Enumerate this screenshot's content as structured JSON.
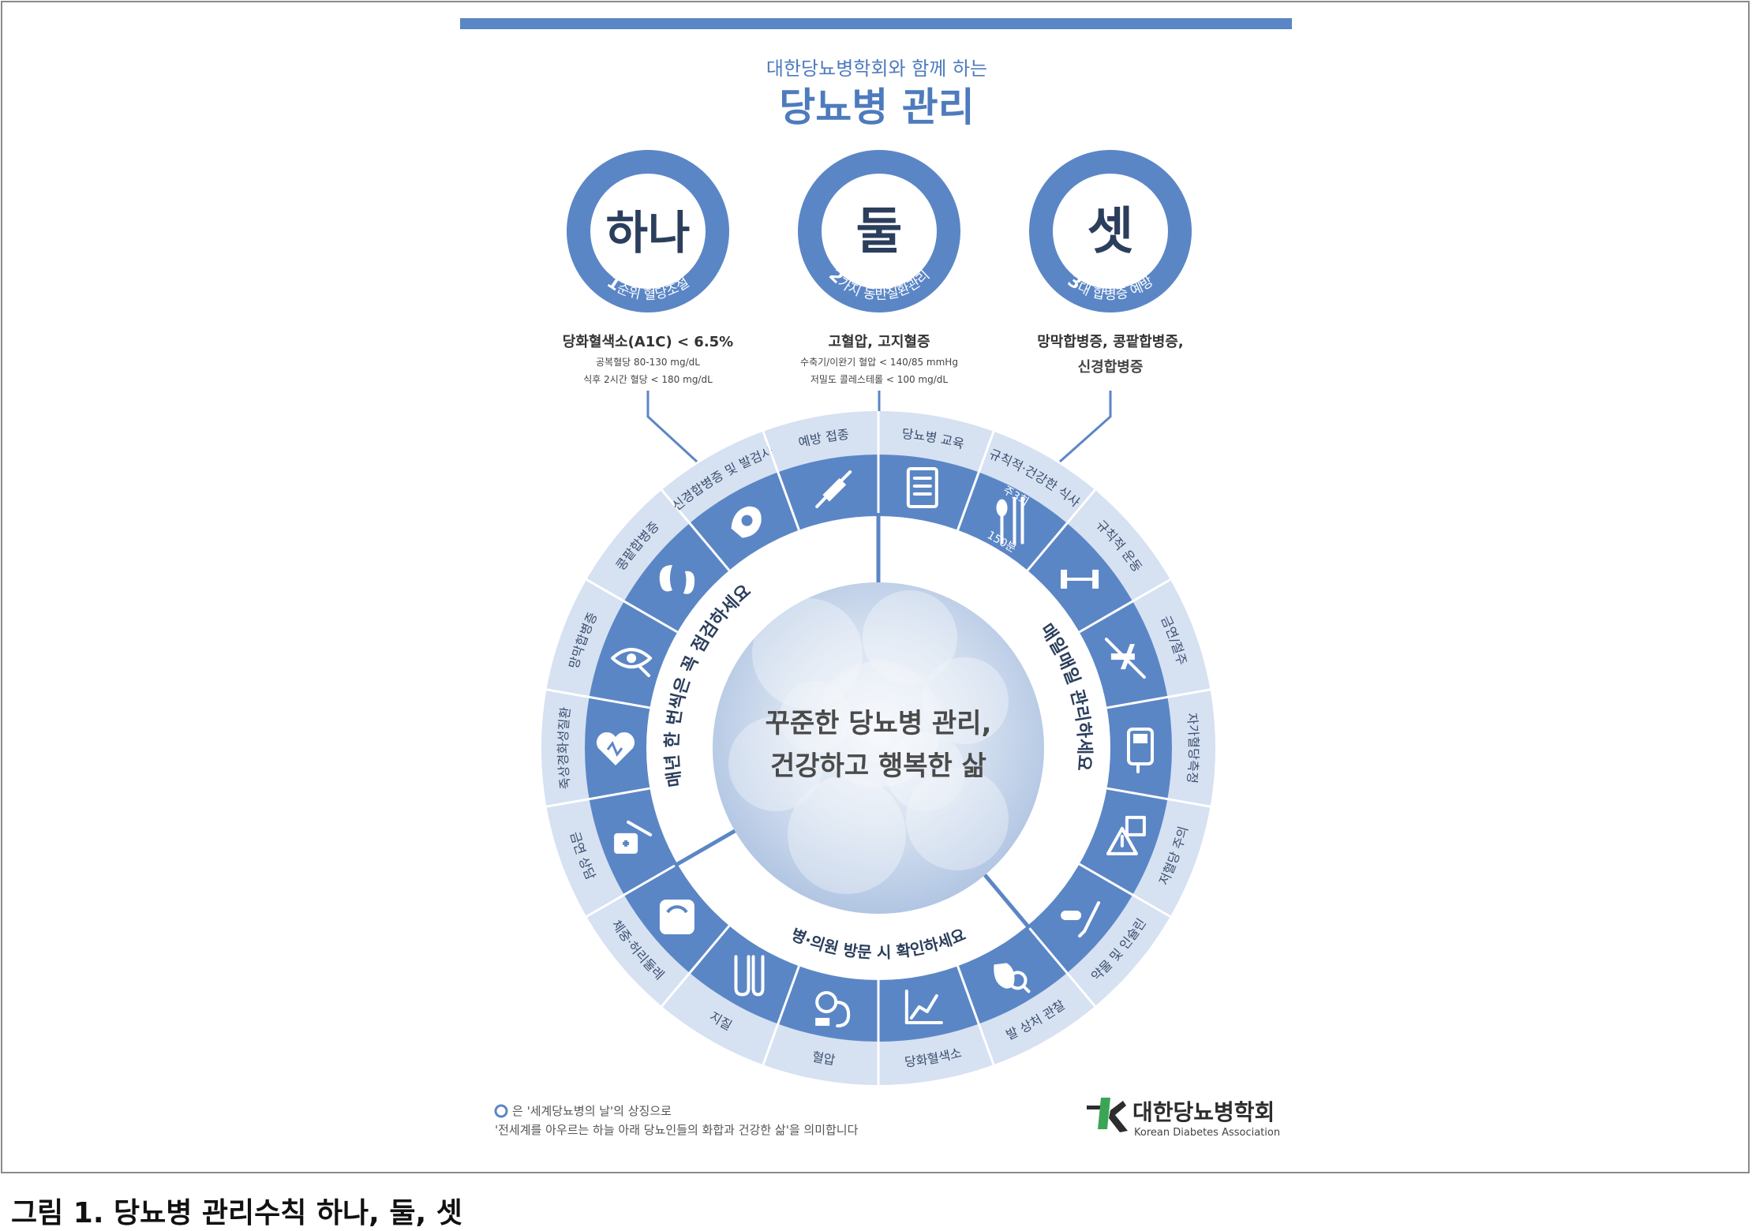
{
  "colors": {
    "primary": "#5b86c6",
    "light": "#d6e1f2",
    "white": "#ffffff",
    "title_text": "#4e7bbd",
    "dark_text": "#333333",
    "sky": "#b8cbe6"
  },
  "header": {
    "subtitle": "대한당뇨병학회와 함께 하는",
    "title": "당뇨병 관리"
  },
  "pillars": [
    {
      "big": "하나",
      "arc_number": "1",
      "arc_text": "순위 혈당조절",
      "main": "당화혈색소(A1C) < 6.5%",
      "lines": [
        "공복혈당 80-130 mg/dL",
        "식후 2시간 혈당 < 180 mg/dL"
      ]
    },
    {
      "big": "둘",
      "arc_number": "2",
      "arc_text": "가지 동반질환관리",
      "main": "고혈압, 고지혈증",
      "lines": [
        "수축기/이완기 혈압 < 140/85 mmHg",
        "저밀도 콜레스테롤 < 100 mg/dL"
      ]
    },
    {
      "big": "셋",
      "arc_number": "3",
      "arc_text": "대 합병증 예방",
      "main": "망막합병증, 콩팥합병증,",
      "lines": [
        "신경합병증"
      ]
    }
  ],
  "wheel": {
    "center_line1": "꾸준한 당뇨병 관리,",
    "center_line2": "건강하고 행복한 삶",
    "ring_text_left": "매년 한 번씩은 꼭 점검하세요",
    "ring_text_right": "매일매일 관리하세요",
    "ring_text_bottom": "병·의원 방문 시 확인하세요",
    "segments": [
      {
        "label": "당뇨병 교육",
        "icon": "notebook-icon"
      },
      {
        "label": "규칙적·건강한 식사",
        "icon": "spoon-chopsticks-icon"
      },
      {
        "label": "규칙적 운동",
        "icon": "dumbbell-icon"
      },
      {
        "label": "금연/절주",
        "icon": "no-smoking-drinking-icon"
      },
      {
        "label": "자가혈당측정",
        "icon": "glucose-meter-icon"
      },
      {
        "label": "저혈당 주의",
        "icon": "low-glucose-warning-icon"
      },
      {
        "label": "약물 및 인슐린",
        "icon": "pill-syringe-icon"
      },
      {
        "label": "발 상처 관찰",
        "icon": "foot-check-icon"
      },
      {
        "label": "당화혈색소",
        "icon": "a1c-chart-icon"
      },
      {
        "label": "혈압",
        "icon": "blood-pressure-icon"
      },
      {
        "label": "지질",
        "icon": "test-tubes-icon"
      },
      {
        "label": "체중·허리둘레",
        "icon": "weighing-scale-icon"
      },
      {
        "label": "금연 상담",
        "icon": "no-smoking-counsel-icon"
      },
      {
        "label": "죽상경화성질환",
        "icon": "heart-icon"
      },
      {
        "label": "망막합병증",
        "icon": "eye-check-icon"
      },
      {
        "label": "콩팥합병증",
        "icon": "kidney-icon"
      },
      {
        "label": "신경합병증 및 발검사",
        "icon": "foot-sensor-icon"
      },
      {
        "label": "예방 접종",
        "icon": "vaccine-syringe-icon"
      }
    ],
    "arrow_label_1": "주3회",
    "arrow_label_2": "150분"
  },
  "footnote": {
    "line1": "은 '세계당뇨병의 날'의 상징으로",
    "line2": "'전세계를 아우르는 하늘 아래 당뇨인들의 화합과 건강한 삶'을 의미합니다"
  },
  "logo": {
    "name": "대한당뇨병학회",
    "english": "Korean Diabetes Association"
  },
  "caption": "그림 1. 당뇨병 관리수칙 하나, 둘, 셋"
}
